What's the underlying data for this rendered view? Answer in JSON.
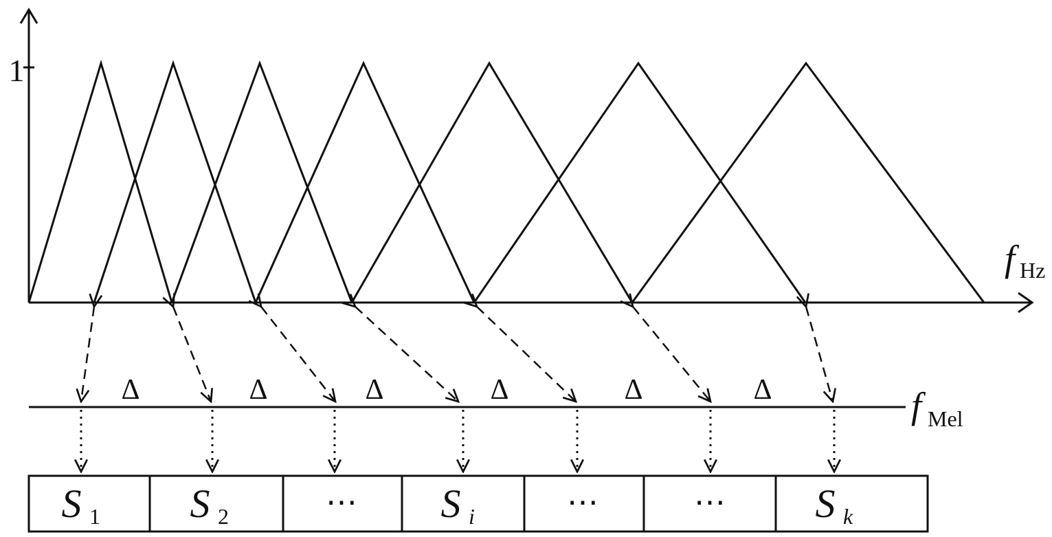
{
  "colors": {
    "ink": "#111111",
    "background": "#ffffff"
  },
  "y_axis": {
    "tick_label": "1"
  },
  "hz_axis": {
    "label_symbol": "f",
    "label_subscript": "Hz"
  },
  "mel_axis": {
    "label_symbol": "f",
    "label_subscript": "Mel"
  },
  "delta_symbol": "Δ",
  "filters": {
    "count": 7,
    "peak_value": 1,
    "shape": "triangular"
  },
  "output_cells": [
    {
      "symbol": "S",
      "subscript": "1"
    },
    {
      "symbol": "S",
      "subscript": "2"
    },
    {
      "symbol": "⋯",
      "subscript": ""
    },
    {
      "symbol": "S",
      "subscript": "i"
    },
    {
      "symbol": "⋯",
      "subscript": ""
    },
    {
      "symbol": "⋯",
      "subscript": ""
    },
    {
      "symbol": "S",
      "subscript": "k"
    }
  ]
}
